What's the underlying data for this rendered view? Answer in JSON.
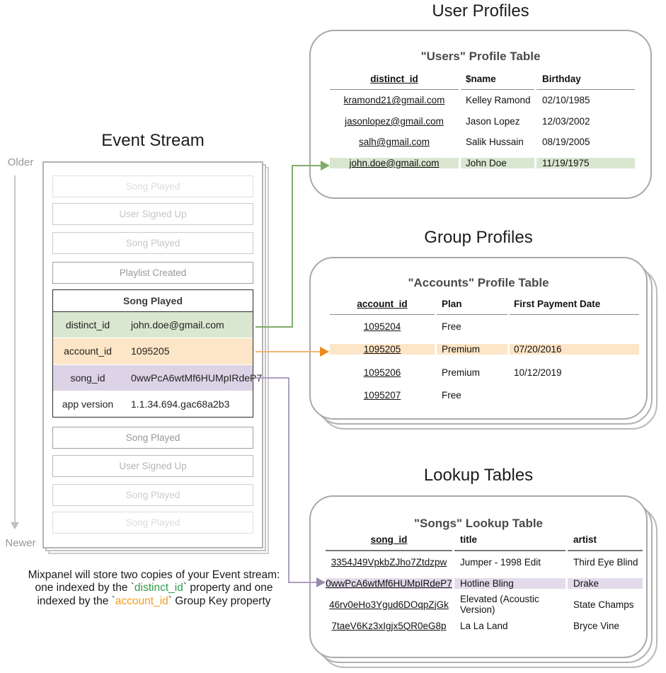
{
  "titles": {
    "event_stream": "Event Stream",
    "user_profiles": "User Profiles",
    "group_profiles": "Group Profiles",
    "lookup_tables": "Lookup Tables"
  },
  "timeline": {
    "older_label": "Older",
    "newer_label": "Newer"
  },
  "event_stream": {
    "events_above": [
      {
        "label": "Song Played",
        "fade": 0.3
      },
      {
        "label": "User Signed Up",
        "fade": 0.5
      },
      {
        "label": "Song Played",
        "fade": 0.5
      },
      {
        "label": "Playlist Created",
        "fade": 0.9
      }
    ],
    "expanded_event": {
      "title": "Song Played",
      "properties": [
        {
          "key": "distinct_id",
          "value": "john.doe@gmail.com",
          "highlight": "#d9e7d1"
        },
        {
          "key": "account_id",
          "value": "1095205",
          "highlight": "#fde5c7"
        },
        {
          "key": "song_id",
          "value": "0wwPcA6wtMf6HUMpIRdeP7",
          "highlight": "#ddd3e7"
        },
        {
          "key": "app version",
          "value": "1.1.34.694.gac68a2b3",
          "highlight": "#ffffff"
        }
      ]
    },
    "events_below": [
      {
        "label": "Song Played",
        "fade": 0.9
      },
      {
        "label": "User Signed Up",
        "fade": 0.65
      },
      {
        "label": "Song Played",
        "fade": 0.45
      },
      {
        "label": "Song Played",
        "fade": 0.3
      }
    ]
  },
  "tables": {
    "users": {
      "heading": "\"Users\" Profile Table",
      "columns": [
        "distinct_id",
        "$name",
        "Birthday"
      ],
      "rows": [
        [
          "kramond21@gmail.com",
          "Kelley Ramond",
          "02/10/1985"
        ],
        [
          "jasonlopez@gmail.com",
          "Jason Lopez",
          "12/03/2002"
        ],
        [
          "salh@gmail.com",
          "Salik Hussain",
          "08/19/2005"
        ],
        [
          "john.doe@gmail.com",
          "John Doe",
          "11/19/1975"
        ]
      ],
      "highlight_row": 3,
      "highlight_color": "#d9e7d1"
    },
    "accounts": {
      "heading": "\"Accounts\" Profile Table",
      "columns": [
        "account_id",
        "Plan",
        "First Payment Date"
      ],
      "rows": [
        [
          "1095204",
          "Free",
          ""
        ],
        [
          "1095205",
          "Premium",
          "07/20/2016"
        ],
        [
          "1095206",
          "Premium",
          "10/12/2019"
        ],
        [
          "1095207",
          "Free",
          ""
        ]
      ],
      "highlight_row": 1,
      "highlight_color": "#fde5c7"
    },
    "songs": {
      "heading": "\"Songs\" Lookup Table",
      "columns": [
        "song_id",
        "title",
        "artist"
      ],
      "rows": [
        [
          "3354J49VpkbZJho7Ztdzpw",
          "Jumper - 1998 Edit",
          "Third Eye Blind"
        ],
        [
          "0wwPcA6wtMf6HUMpIRdeP7",
          "Hotline Bling",
          "Drake"
        ],
        [
          "46rv0eHo3Ygud6DOqpZjGk",
          "Elevated (Acoustic Version)",
          "State Champs"
        ],
        [
          "7taeV6Kz3xIgjx5QR0eG8p",
          "La La Land",
          "Bryce Vine"
        ]
      ],
      "highlight_row": 1,
      "highlight_color": "#e3dbeb"
    }
  },
  "caption": {
    "lines": [
      [
        {
          "t": "Mixpanel will store two copies of your Event stream:"
        }
      ],
      [
        {
          "t": "one indexed by the `"
        },
        {
          "t": "distinct_id",
          "c": "#2f9e48"
        },
        {
          "t": "` property and one"
        }
      ],
      [
        {
          "t": "indexed by the `"
        },
        {
          "t": "account_id",
          "c": "#f59c1c"
        },
        {
          "t": "` Group Key property"
        }
      ]
    ]
  },
  "colors": {
    "distinct_id_connector": "#7fad6b",
    "account_id_connector": "#ee8a1c",
    "song_id_connector": "#988bad",
    "distinct_id_highlight": "#d9e7d1",
    "account_id_highlight": "#fde5c7",
    "song_id_highlight": "#ddd3e7"
  }
}
